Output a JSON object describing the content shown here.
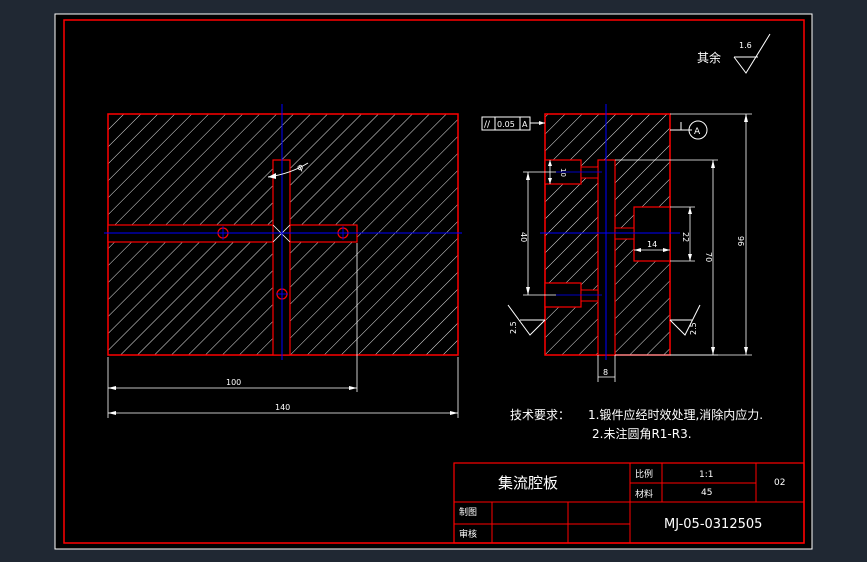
{
  "roughness": {
    "label": "其余",
    "value": "1.6"
  },
  "tolerance": {
    "symbol": "//",
    "value": "0.05",
    "datum": "A"
  },
  "datum_label": "A",
  "dims": {
    "d100": "100",
    "d140": "140",
    "d8": "8",
    "d10": "10",
    "d14": "14",
    "d22": "22",
    "d40": "40",
    "d70": "70",
    "d96": "96",
    "d25_left": "2.5",
    "d25_right": "2.5",
    "phi": "φ"
  },
  "notes": {
    "title": "技术要求：",
    "line1": "1.锻件应经时效处理,消除内应力.",
    "line2": "2.未注圆角R1-R3."
  },
  "title_block": {
    "part_name": "集流腔板",
    "scale_label": "比例",
    "scale_value": "1:1",
    "material_label": "材料",
    "material_value": "45",
    "sheet_no": "02",
    "drawn_label": "制图",
    "checked_label": "审核",
    "drawing_no": "MJ-05-0312505"
  },
  "colors": {
    "background": "#000000",
    "outer": "#202833",
    "outline": "#ff0000",
    "hatch": "#ffffff",
    "centerline": "#0000ff",
    "dim_text": "#ffffff"
  }
}
